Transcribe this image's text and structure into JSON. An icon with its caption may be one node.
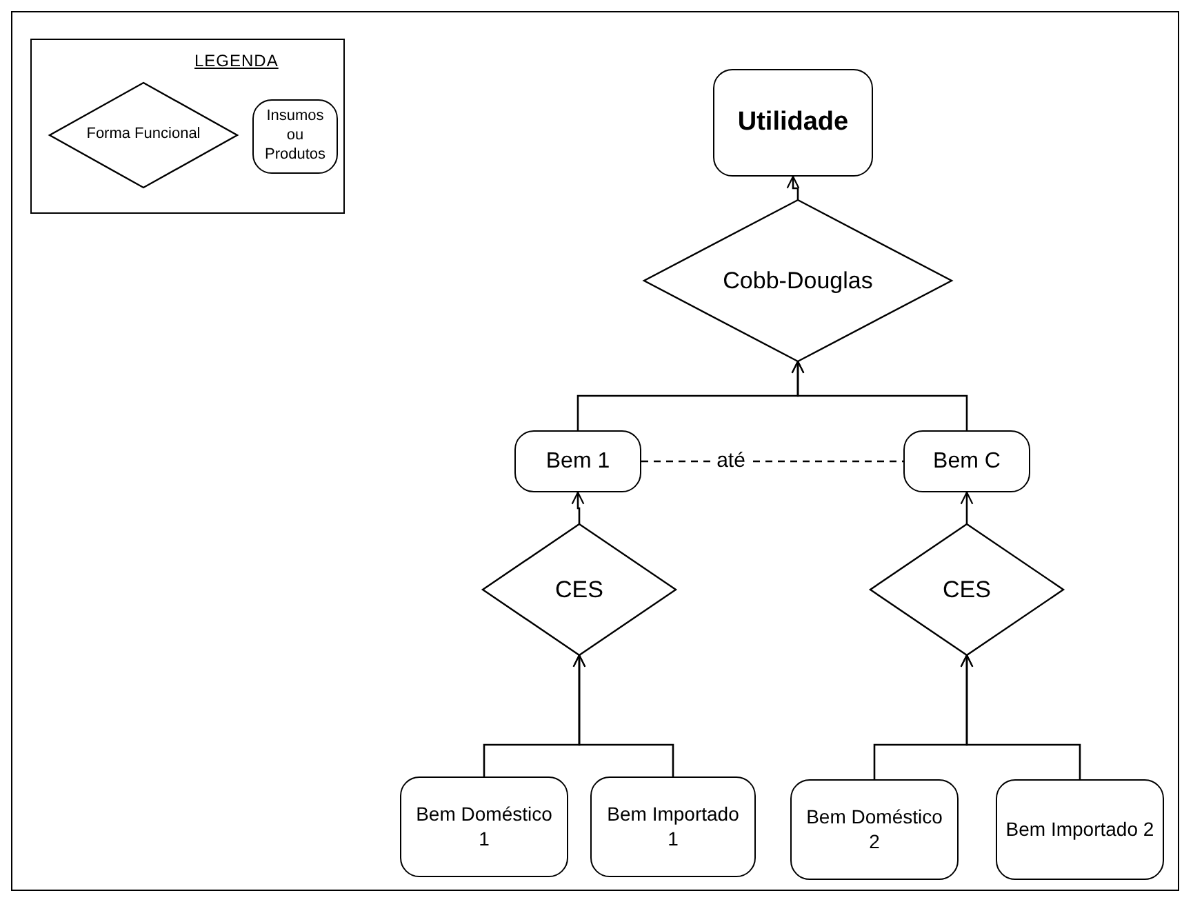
{
  "diagram": {
    "nodes": [
      {
        "text": [
          "Utilidade"
        ]
      },
      {
        "text": [
          "Cobb-Douglas"
        ]
      },
      {
        "text": [
          "Bem 1"
        ]
      },
      {
        "text": [
          "Bem C"
        ]
      },
      {
        "text": [
          "CES"
        ]
      },
      {
        "text": [
          "CES"
        ]
      },
      {
        "text": [
          "Bem Doméstico 1"
        ]
      },
      {
        "text": [
          "Bem Importado 1"
        ]
      },
      {
        "text": [
          "Bem Doméstico 2"
        ]
      },
      {
        "text": [
          "Bem Importado 2"
        ]
      }
    ],
    "edges": [
      {
        "from": 1,
        "to": 0,
        "arrow": "to"
      },
      {
        "from": 2,
        "to": 1,
        "arrow": "to"
      },
      {
        "from": 3,
        "to": 1,
        "arrow": "to"
      },
      {
        "from": 2,
        "to": 3,
        "arrow": "none",
        "style": "dashed",
        "label": "até"
      },
      {
        "from": 4,
        "to": 2,
        "arrow": "to"
      },
      {
        "from": 5,
        "to": 3,
        "arrow": "to"
      },
      {
        "from": 6,
        "to": 4,
        "arrow": "to"
      },
      {
        "from": 7,
        "to": 4,
        "arrow": "to"
      },
      {
        "from": 8,
        "to": 5,
        "arrow": "to"
      },
      {
        "from": 9,
        "to": 5,
        "arrow": "to"
      }
    ],
    "labels": [
      "LEGENDA"
    ],
    "legend": [
      {
        "text": "Forma Funcional"
      },
      {
        "text": "Insumos ou Produtos"
      }
    ]
  }
}
